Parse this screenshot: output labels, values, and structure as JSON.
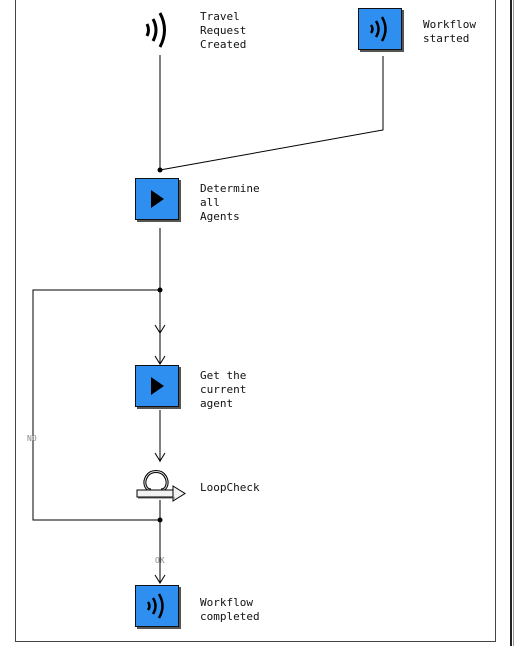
{
  "nodes": {
    "travel_request": {
      "label": "Travel\nRequest\nCreated",
      "icon": "signal-wave-icon"
    },
    "workflow_started": {
      "label": "Workflow\nstarted",
      "icon": "signal-wave-icon"
    },
    "determine_agents": {
      "label": "Determine\nall\nAgents",
      "icon": "play-icon"
    },
    "get_agent": {
      "label": "Get the\ncurrent\nagent",
      "icon": "play-icon"
    },
    "loop_check": {
      "label": "LoopCheck",
      "icon": "loop-icon"
    },
    "workflow_completed": {
      "label": "Workflow\ncompleted",
      "icon": "signal-wave-icon"
    }
  },
  "edge_labels": {
    "no": "NO",
    "ok": "OK"
  },
  "colors": {
    "icon_fill": "#2f8ff0",
    "line": "#000000",
    "edge_label": "#888888"
  }
}
